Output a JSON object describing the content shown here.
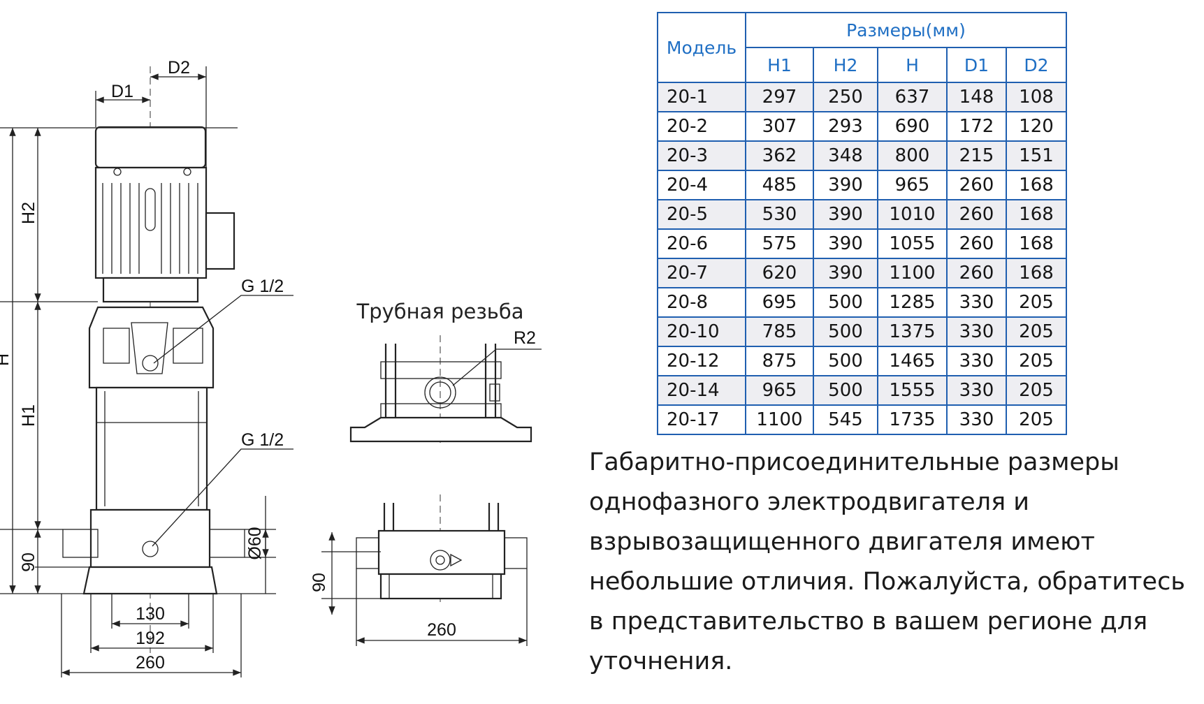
{
  "drawing": {
    "dim_d1": "D1",
    "dim_d2": "D2",
    "dim_h": "H",
    "dim_h1": "H1",
    "dim_h2": "H2",
    "dim_90_left": "90",
    "dim_130": "130",
    "dim_192": "192",
    "dim_260_left": "260",
    "dim_d60": "Ø60",
    "label_g12_top": "G 1/2",
    "label_g12_bottom": "G 1/2",
    "label_thread": "Трубная резьба",
    "label_r2": "R2",
    "dim_90_right": "90",
    "dim_260_right": "260"
  },
  "table": {
    "col_model": "Модель",
    "group_header": "Размеры(мм)",
    "headers": [
      "H1",
      "H2",
      "H",
      "D1",
      "D2"
    ],
    "rows": [
      {
        "model": "20-1",
        "values": [
          "297",
          "250",
          "637",
          "148",
          "108"
        ]
      },
      {
        "model": "20-2",
        "values": [
          "307",
          "293",
          "690",
          "172",
          "120"
        ]
      },
      {
        "model": "20-3",
        "values": [
          "362",
          "348",
          "800",
          "215",
          "151"
        ]
      },
      {
        "model": "20-4",
        "values": [
          "485",
          "390",
          "965",
          "260",
          "168"
        ]
      },
      {
        "model": "20-5",
        "values": [
          "530",
          "390",
          "1010",
          "260",
          "168"
        ]
      },
      {
        "model": "20-6",
        "values": [
          "575",
          "390",
          "1055",
          "260",
          "168"
        ]
      },
      {
        "model": "20-7",
        "values": [
          "620",
          "390",
          "1100",
          "260",
          "168"
        ]
      },
      {
        "model": "20-8",
        "values": [
          "695",
          "500",
          "1285",
          "330",
          "205"
        ]
      },
      {
        "model": "20-10",
        "values": [
          "785",
          "500",
          "1375",
          "330",
          "205"
        ]
      },
      {
        "model": "20-12",
        "values": [
          "875",
          "500",
          "1465",
          "330",
          "205"
        ]
      },
      {
        "model": "20-14",
        "values": [
          "965",
          "500",
          "1555",
          "330",
          "205"
        ]
      },
      {
        "model": "20-17",
        "values": [
          "1100",
          "545",
          "1735",
          "330",
          "205"
        ]
      }
    ]
  },
  "note": "Габаритно-присоединительные размеры однофазного электродвигателя и взрывозащищенного двигателя имеют небольшие отличия. Пожалуйста, обратитесь в представительство в вашем регионе для уточнения."
}
